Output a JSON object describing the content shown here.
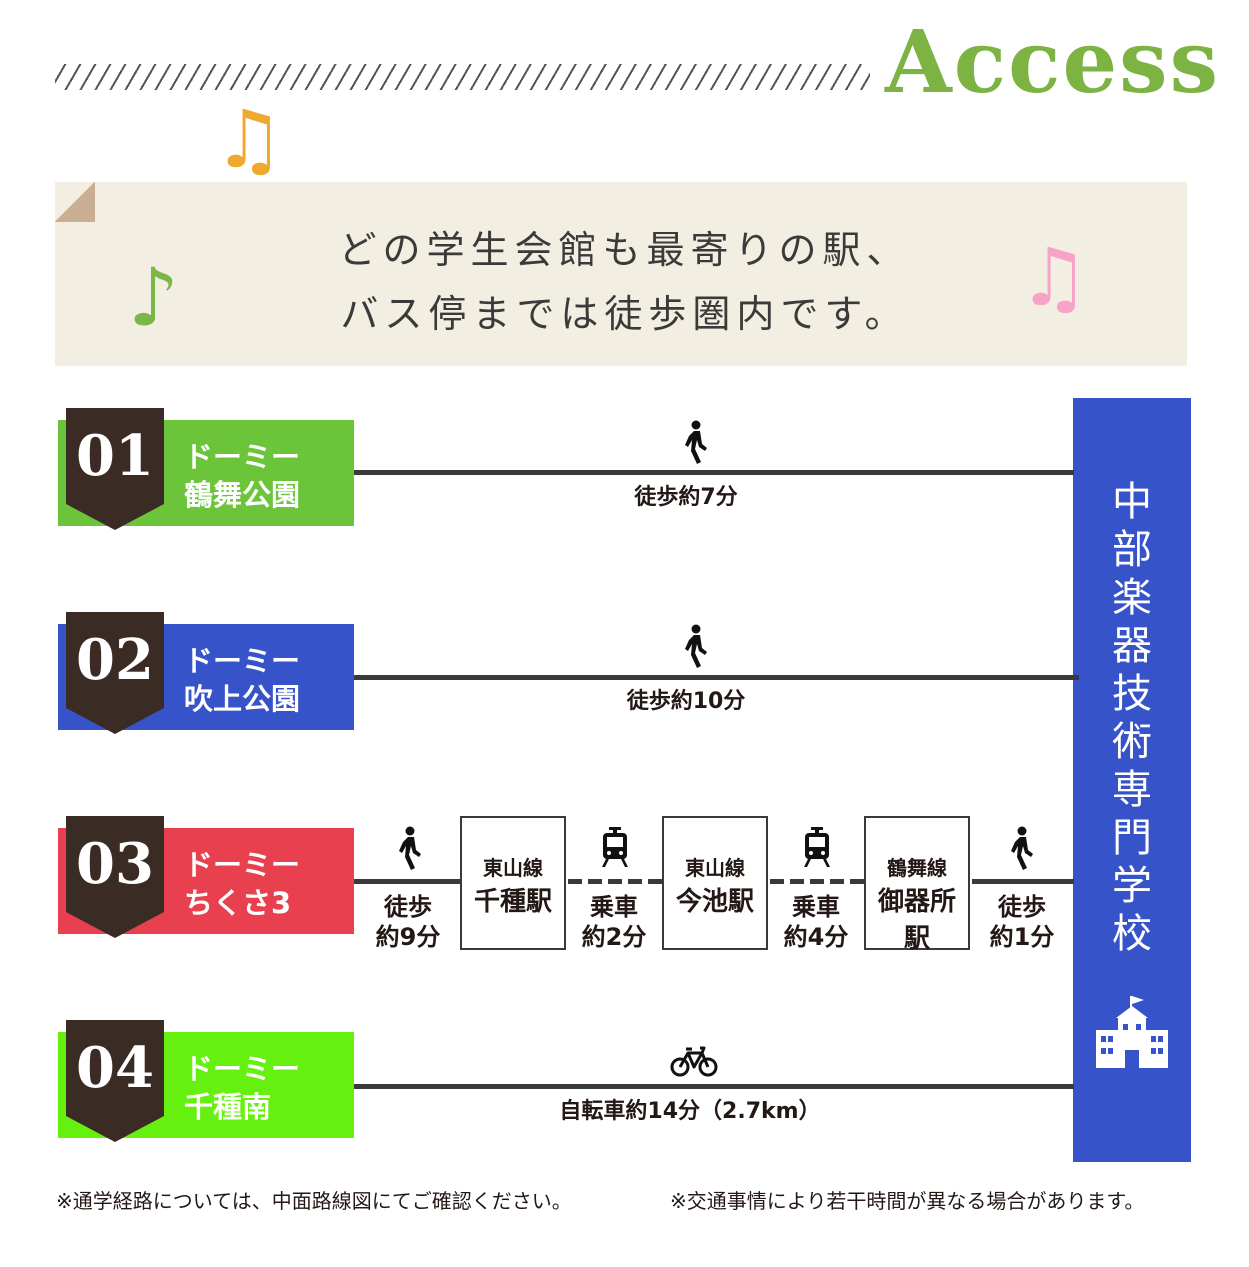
{
  "header": {
    "title": "Access"
  },
  "message": {
    "line1": "どの学生会館も最寄りの駅、",
    "line2": "バス停までは徒歩圏内です。"
  },
  "colors": {
    "green": "#6cc43a",
    "blue": "#3653c9",
    "red": "#e8404e",
    "lime": "#66f010",
    "note_orange": "#f0a82e",
    "note_green": "#7ab648",
    "note_pink": "#f7a3c8",
    "title_green": "#7cb342"
  },
  "school": {
    "name": "中部楽器技術専門学校",
    "icon": "school-building-icon"
  },
  "routes": [
    {
      "num": "01",
      "line1": "ドーミー",
      "line2": "鶴舞公園",
      "icon": "walk-icon",
      "caption": "徒歩約7分"
    },
    {
      "num": "02",
      "line1": "ドーミー",
      "line2": "吹上公園",
      "icon": "walk-icon",
      "caption": "徒歩約10分"
    },
    {
      "num": "03",
      "line1": "ドーミー",
      "line2": "ちくさ3",
      "segments": [
        {
          "icon": "walk-icon",
          "c1": "徒歩",
          "c2": "約9分"
        },
        {
          "icon": "train-icon",
          "c1": "乗車",
          "c2": "約2分"
        },
        {
          "icon": "train-icon",
          "c1": "乗車",
          "c2": "約4分"
        },
        {
          "icon": "walk-icon",
          "c1": "徒歩",
          "c2": "約1分"
        }
      ],
      "stations": [
        {
          "line": "東山線",
          "name": "千種駅"
        },
        {
          "line": "東山線",
          "name": "今池駅"
        },
        {
          "line": "鶴舞線",
          "name": "御器所駅"
        }
      ]
    },
    {
      "num": "04",
      "line1": "ドーミー",
      "line2": "千種南",
      "icon": "bicycle-icon",
      "caption": "自転車約14分（2.7km）"
    }
  ],
  "footnotes": {
    "left": "※通学経路については、中面路線図にてご確認ください。",
    "right": "※交通事情により若干時間が異なる場合があります。"
  }
}
